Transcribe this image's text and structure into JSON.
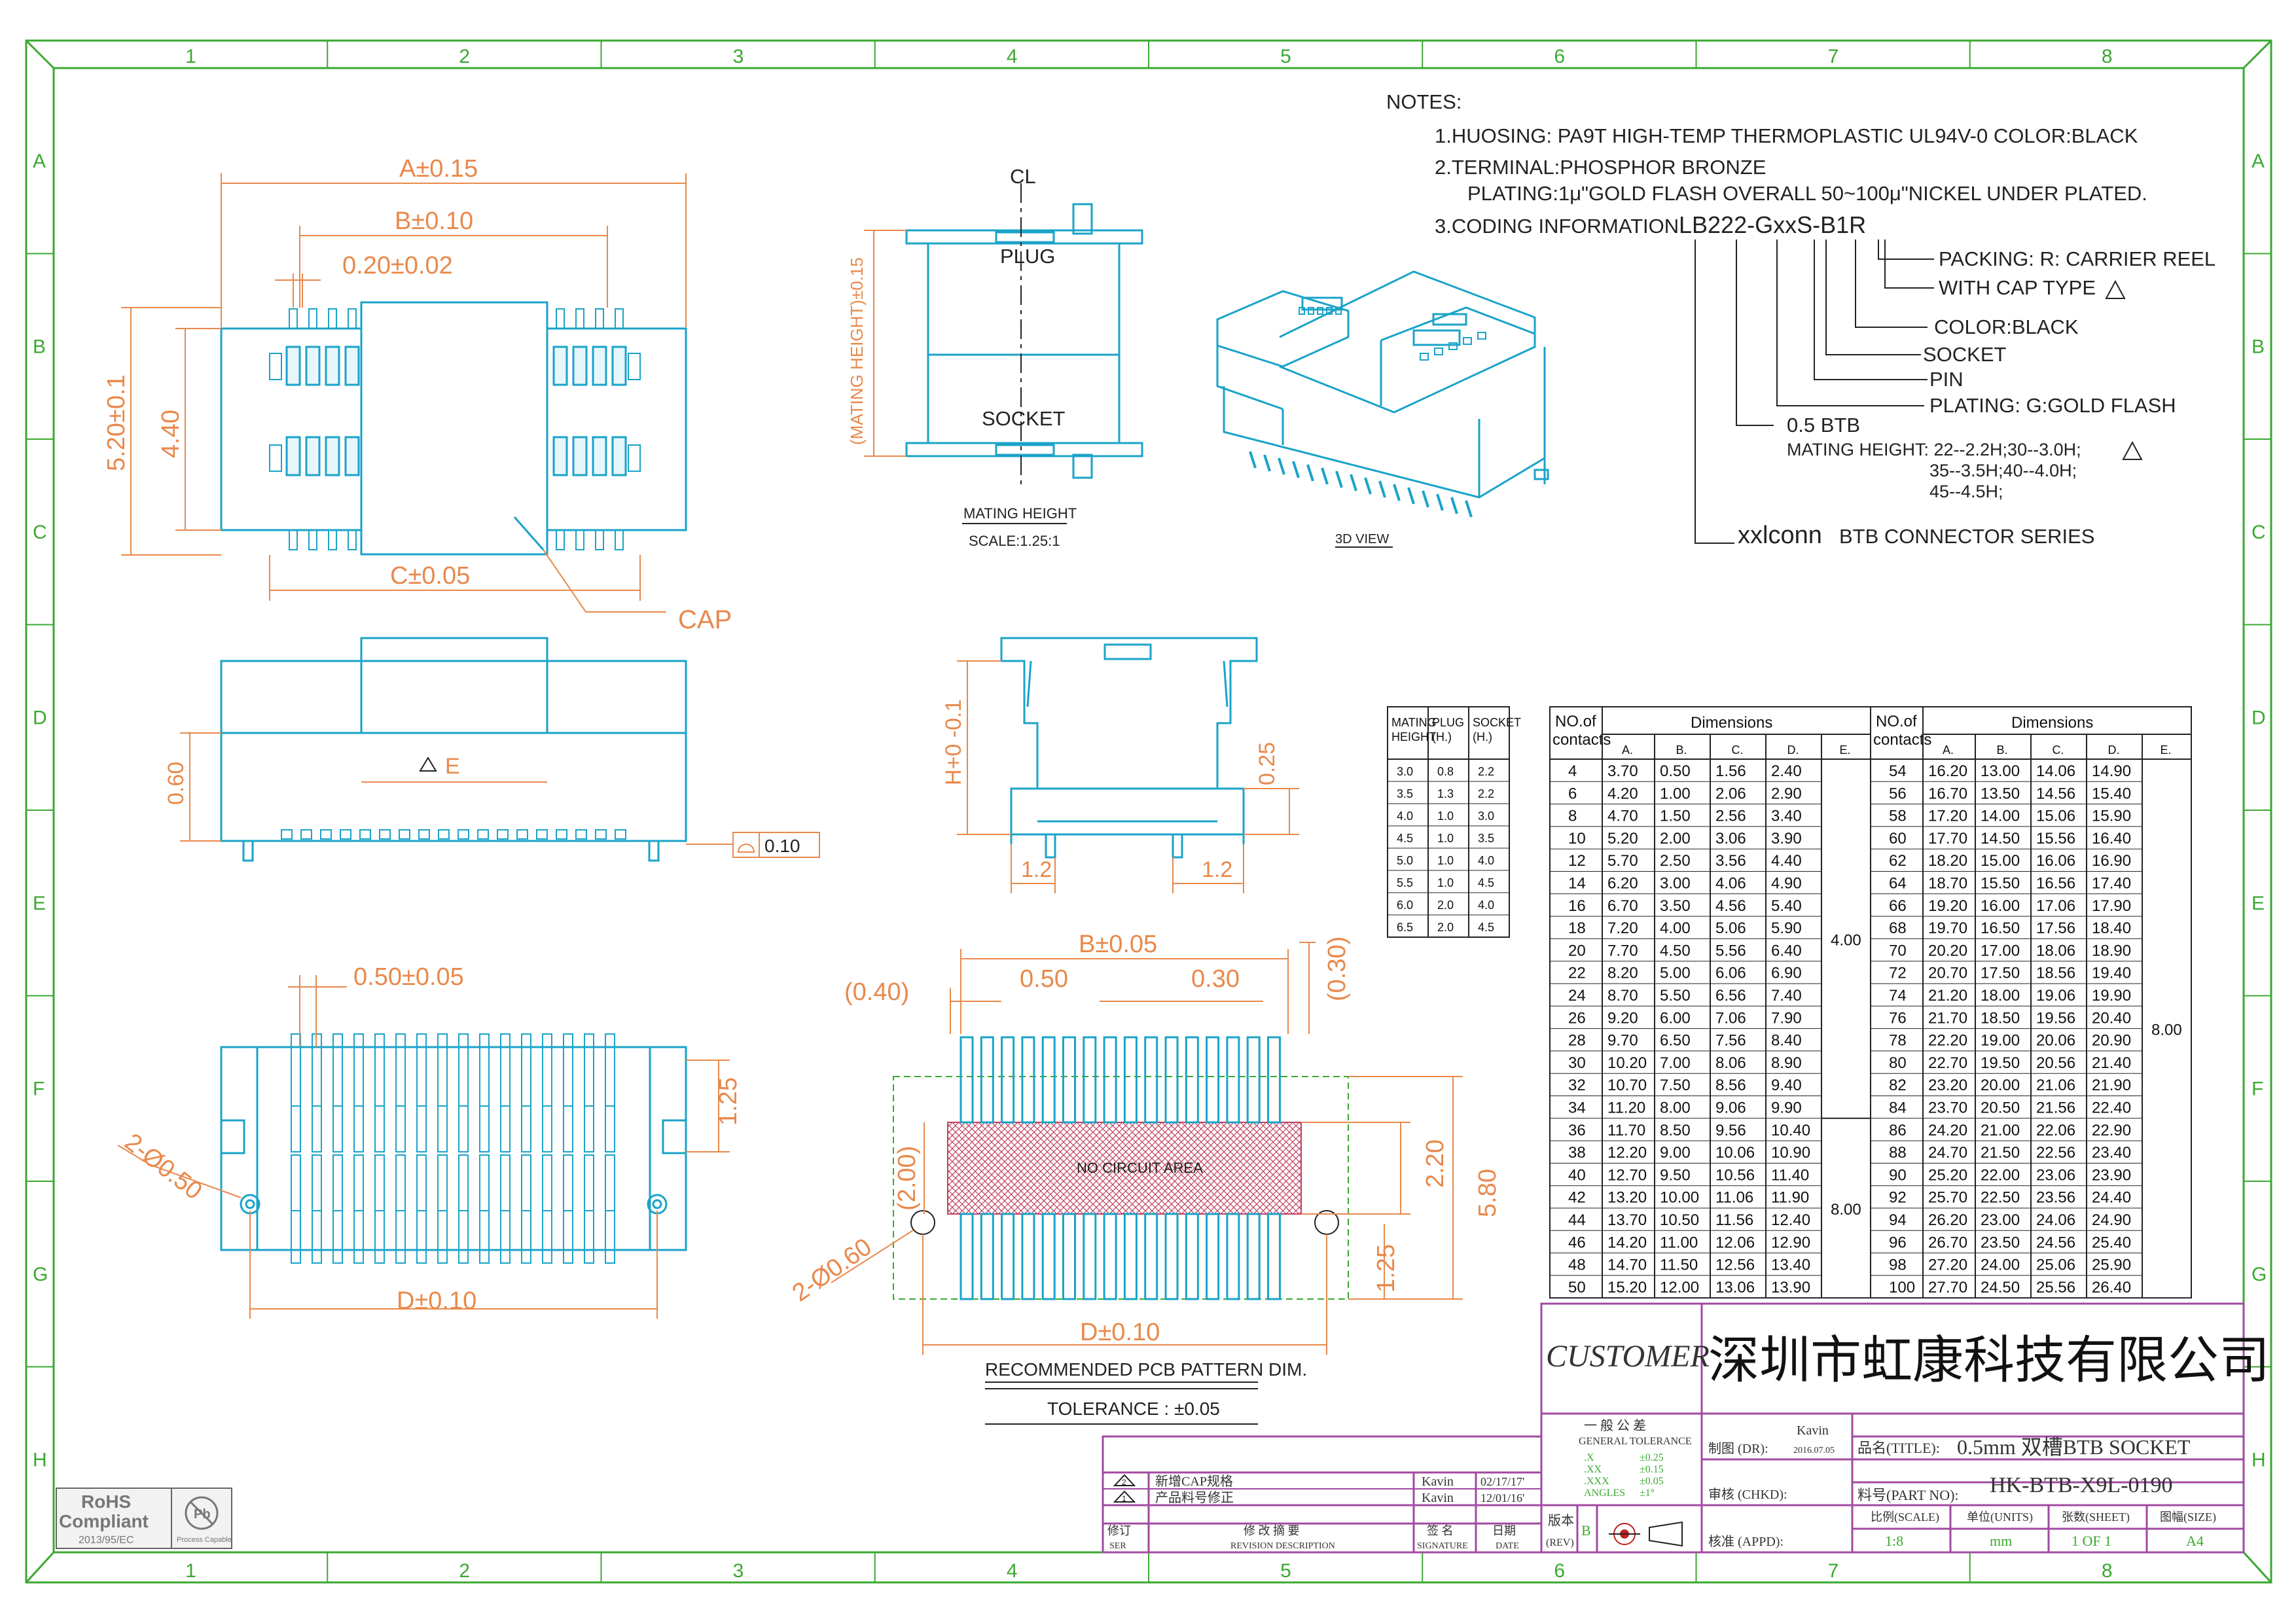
{
  "zones": {
    "columns": [
      "1",
      "2",
      "3",
      "4",
      "5",
      "6",
      "7",
      "8"
    ],
    "rows": [
      "A",
      "B",
      "C",
      "D",
      "E",
      "F",
      "G",
      "H"
    ]
  },
  "notes": {
    "heading": "NOTES:",
    "n1": "1.HUOSING: PA9T HIGH-TEMP THERMOPLASTIC UL94V-0 COLOR:BLACK",
    "n2": "2.TERMINAL:PHOSPHOR BRONZE",
    "n2b": "PLATING:1μ\"GOLD FLASH OVERALL 50~100μ\"NICKEL UNDER PLATED.",
    "n3": "3.CODING INFORMATION:",
    "part_code": "LB222-GxxS-B1R",
    "c_packing": "PACKING: R: CARRIER REEL",
    "c_cap": "WITH CAP TYPE",
    "c_color": "COLOR:BLACK",
    "c_socket": "SOCKET",
    "c_pin": "PIN",
    "c_plating": "PLATING: G:GOLD FLASH",
    "c_btb": "0.5 BTB",
    "c_mating": "MATING HEIGHT: 22--2.2H;30--3.0H;",
    "c_mating2": "35--3.5H;40--4.0H;",
    "c_mating3": "45--4.5H;",
    "c_brand": "xxlconn",
    "c_series": "BTB CONNECTOR SERIES"
  },
  "top_view": {
    "a": "A±0.15",
    "b": "B±0.10",
    "pitch": "0.20±0.02",
    "h1": "5.20±0.1",
    "h2": "4.40",
    "c": "C±0.05",
    "cap": "CAP"
  },
  "side_view": {
    "e": "E",
    "h": "0.60",
    "flat": "0.10"
  },
  "bottom_view": {
    "pitch": "0.50±0.05",
    "holes": "2-Ø0.50",
    "h": "1.25",
    "d": "D±0.10"
  },
  "mating_view": {
    "label_plug": "PLUG",
    "label_socket": "SOCKET",
    "cl": "CL",
    "height": "(MATING HEIGHT)±0.15",
    "title": "MATING HEIGHT",
    "scale": "SCALE:1.25:1"
  },
  "iso_view": {
    "title": "3D VIEW"
  },
  "front_view": {
    "h": "H+0 -0.1",
    "t": "0.25",
    "w1": "1.2",
    "w2": "1.2"
  },
  "pcb": {
    "b": "B±0.05",
    "p1": "(0.40)",
    "p2": "0.50",
    "p3": "0.30",
    "p4": "(0.30)",
    "area": "NO CIRCUIT AREA",
    "d1": "(2.00)",
    "d2": "2.20",
    "d3": "5.80",
    "d4": "1.25",
    "holes": "2-Ø0.60",
    "d": "D±0.10",
    "title": "RECOMMENDED PCB PATTERN DIM.",
    "tol": "TOLERANCE : ±0.05"
  },
  "mating_table": {
    "headers": [
      "MATING HEIGHT",
      "PLUG (H.)",
      "SOCKET (H.)"
    ],
    "rows": [
      [
        "3.0",
        "0.8",
        "2.2"
      ],
      [
        "3.5",
        "1.3",
        "2.2"
      ],
      [
        "4.0",
        "1.0",
        "3.0"
      ],
      [
        "4.5",
        "1.0",
        "3.5"
      ],
      [
        "5.0",
        "1.0",
        "4.0"
      ],
      [
        "5.5",
        "1.0",
        "4.5"
      ],
      [
        "6.0",
        "2.0",
        "4.0"
      ],
      [
        "6.5",
        "2.0",
        "4.5"
      ]
    ]
  },
  "dim_table": {
    "h_contacts": "NO.of contacts",
    "h_dimensions": "Dimensions",
    "cols": [
      "A.",
      "B.",
      "C.",
      "D.",
      "E."
    ],
    "left": [
      [
        "4",
        "3.70",
        "0.50",
        "1.56",
        "2.40"
      ],
      [
        "6",
        "4.20",
        "1.00",
        "2.06",
        "2.90"
      ],
      [
        "8",
        "4.70",
        "1.50",
        "2.56",
        "3.40"
      ],
      [
        "10",
        "5.20",
        "2.00",
        "3.06",
        "3.90"
      ],
      [
        "12",
        "5.70",
        "2.50",
        "3.56",
        "4.40"
      ],
      [
        "14",
        "6.20",
        "3.00",
        "4.06",
        "4.90"
      ],
      [
        "16",
        "6.70",
        "3.50",
        "4.56",
        "5.40"
      ],
      [
        "18",
        "7.20",
        "4.00",
        "5.06",
        "5.90"
      ],
      [
        "20",
        "7.70",
        "4.50",
        "5.56",
        "6.40"
      ],
      [
        "22",
        "8.20",
        "5.00",
        "6.06",
        "6.90"
      ],
      [
        "24",
        "8.70",
        "5.50",
        "6.56",
        "7.40"
      ],
      [
        "26",
        "9.20",
        "6.00",
        "7.06",
        "7.90"
      ],
      [
        "28",
        "9.70",
        "6.50",
        "7.56",
        "8.40"
      ],
      [
        "30",
        "10.20",
        "7.00",
        "8.06",
        "8.90"
      ],
      [
        "32",
        "10.70",
        "7.50",
        "8.56",
        "9.40"
      ],
      [
        "34",
        "11.20",
        "8.00",
        "9.06",
        "9.90"
      ],
      [
        "36",
        "11.70",
        "8.50",
        "9.56",
        "10.40"
      ],
      [
        "38",
        "12.20",
        "9.00",
        "10.06",
        "10.90"
      ],
      [
        "40",
        "12.70",
        "9.50",
        "10.56",
        "11.40"
      ],
      [
        "42",
        "13.20",
        "10.00",
        "11.06",
        "11.90"
      ],
      [
        "44",
        "13.70",
        "10.50",
        "11.56",
        "12.40"
      ],
      [
        "46",
        "14.20",
        "11.00",
        "12.06",
        "12.90"
      ],
      [
        "48",
        "14.70",
        "11.50",
        "12.56",
        "13.40"
      ],
      [
        "50",
        "15.20",
        "12.00",
        "13.06",
        "13.90"
      ]
    ],
    "left_e1": "4.00",
    "left_e2": "8.00",
    "right": [
      [
        "54",
        "16.20",
        "13.00",
        "14.06",
        "14.90"
      ],
      [
        "56",
        "16.70",
        "13.50",
        "14.56",
        "15.40"
      ],
      [
        "58",
        "17.20",
        "14.00",
        "15.06",
        "15.90"
      ],
      [
        "60",
        "17.70",
        "14.50",
        "15.56",
        "16.40"
      ],
      [
        "62",
        "18.20",
        "15.00",
        "16.06",
        "16.90"
      ],
      [
        "64",
        "18.70",
        "15.50",
        "16.56",
        "17.40"
      ],
      [
        "66",
        "19.20",
        "16.00",
        "17.06",
        "17.90"
      ],
      [
        "68",
        "19.70",
        "16.50",
        "17.56",
        "18.40"
      ],
      [
        "70",
        "20.20",
        "17.00",
        "18.06",
        "18.90"
      ],
      [
        "72",
        "20.70",
        "17.50",
        "18.56",
        "19.40"
      ],
      [
        "74",
        "21.20",
        "18.00",
        "19.06",
        "19.90"
      ],
      [
        "76",
        "21.70",
        "18.50",
        "19.56",
        "20.40"
      ],
      [
        "78",
        "22.20",
        "19.00",
        "20.06",
        "20.90"
      ],
      [
        "80",
        "22.70",
        "19.50",
        "20.56",
        "21.40"
      ],
      [
        "82",
        "23.20",
        "20.00",
        "21.06",
        "21.90"
      ],
      [
        "84",
        "23.70",
        "20.50",
        "21.56",
        "22.40"
      ],
      [
        "86",
        "24.20",
        "21.00",
        "22.06",
        "22.90"
      ],
      [
        "88",
        "24.70",
        "21.50",
        "22.56",
        "23.40"
      ],
      [
        "90",
        "25.20",
        "22.00",
        "23.06",
        "23.90"
      ],
      [
        "92",
        "25.70",
        "22.50",
        "23.56",
        "24.40"
      ],
      [
        "94",
        "26.20",
        "23.00",
        "24.06",
        "24.90"
      ],
      [
        "96",
        "26.70",
        "23.50",
        "24.56",
        "25.40"
      ],
      [
        "98",
        "27.20",
        "24.00",
        "25.06",
        "25.90"
      ],
      [
        "100",
        "27.70",
        "24.50",
        "25.56",
        "26.40"
      ]
    ],
    "right_e": "8.00"
  },
  "title_block": {
    "customer": "CUSTOMER",
    "company": "深圳市虹康科技有限公司",
    "tol_title": "一 般 公 差",
    "tol_sub": "GENERAL TOLERANCE",
    "tol_x": ".X",
    "tol_x_v": "±0.25",
    "tol_xx": ".XX",
    "tol_xx_v": "±0.15",
    "tol_xxx": ".XXX",
    "tol_xxx_v": "±0.05",
    "tol_ang": "ANGLES",
    "tol_ang_v": "±1°",
    "drawn_label": "制图 (DR):",
    "drawn_by": "Kavin",
    "drawn_date": "2016.07.05",
    "check_label": "审核 (CHKD):",
    "approve_label": "核准 (APPD):",
    "title_label": "品名(TITLE):",
    "title_value": "0.5mm 双槽BTB SOCKET",
    "part_label": "料号(PART NO):",
    "part_value": "HK-BTB-X9L-0190",
    "rev_label": "版本",
    "rev_sub": "(REV)",
    "rev_value": "B",
    "scale_label": "比例(SCALE)",
    "scale_value": "1:8",
    "unit_label": "单位(UNITS)",
    "unit_value": "mm",
    "sheet_label": "张数(SHEET)",
    "sheet_value": "1 OF 1",
    "size_label": "图幅(SIZE)",
    "size_value": "A4"
  },
  "revisions": {
    "rows": [
      {
        "mark": "2",
        "desc": "新增CAP规格",
        "sig": "Kavin",
        "date": "02/17/17'"
      },
      {
        "mark": "1",
        "desc": "产品料号修正",
        "sig": "Kavin",
        "date": "12/01/16'"
      }
    ],
    "h_ser": "修订",
    "h_ser_en": "SER",
    "h_desc": "修 改 摘 要",
    "h_desc_en": "REVISION DESCRIPTION",
    "h_sig": "签 名",
    "h_sig_en": "SIGNATURE",
    "h_date": "日期",
    "h_date_en": "DATE"
  },
  "rohs": {
    "title": "RoHS",
    "sub": "Compliant",
    "code": "2013/95/EC",
    "badge": "Pb",
    "badge_sub": "Process Capable"
  },
  "colors": {
    "frame": "#3aa830",
    "part": "#1aa3c9",
    "dim": "#e8894b",
    "title": "#a04aa0"
  }
}
